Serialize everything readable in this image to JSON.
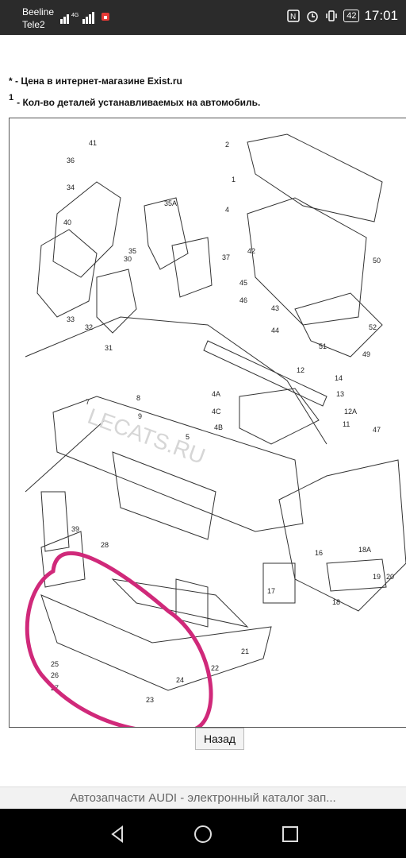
{
  "status": {
    "carrier1": "Beeline",
    "carrier2": "Tele2",
    "network": "4G",
    "battery": "42",
    "time": "17:01"
  },
  "page": {
    "note1": "* - Цена в интернет-магазине Exist.ru",
    "note2_sup": "1",
    "note2": "- Кол-во деталей устанавливаемых на автомобиль.",
    "back_button": "Назад",
    "watermark": "LECATS.RU",
    "diagram_labels": [
      "1",
      "2",
      "4",
      "4A",
      "4B",
      "4C",
      "5",
      "7",
      "8",
      "9",
      "11",
      "12",
      "12A",
      "13",
      "14",
      "16",
      "17",
      "18",
      "18A",
      "19",
      "20",
      "21",
      "22",
      "23",
      "24",
      "25",
      "26",
      "27",
      "28",
      "30",
      "31",
      "32",
      "33",
      "34",
      "35",
      "35A",
      "36",
      "37",
      "39",
      "40",
      "41",
      "42",
      "43",
      "44",
      "45",
      "46",
      "47",
      "49",
      "50",
      "51",
      "52"
    ]
  },
  "footer": {
    "title": "Автозапчасти AUDI - электронный каталог зап..."
  },
  "colors": {
    "annotation": "#d0297a",
    "statusbar": "#2b2b2b"
  }
}
